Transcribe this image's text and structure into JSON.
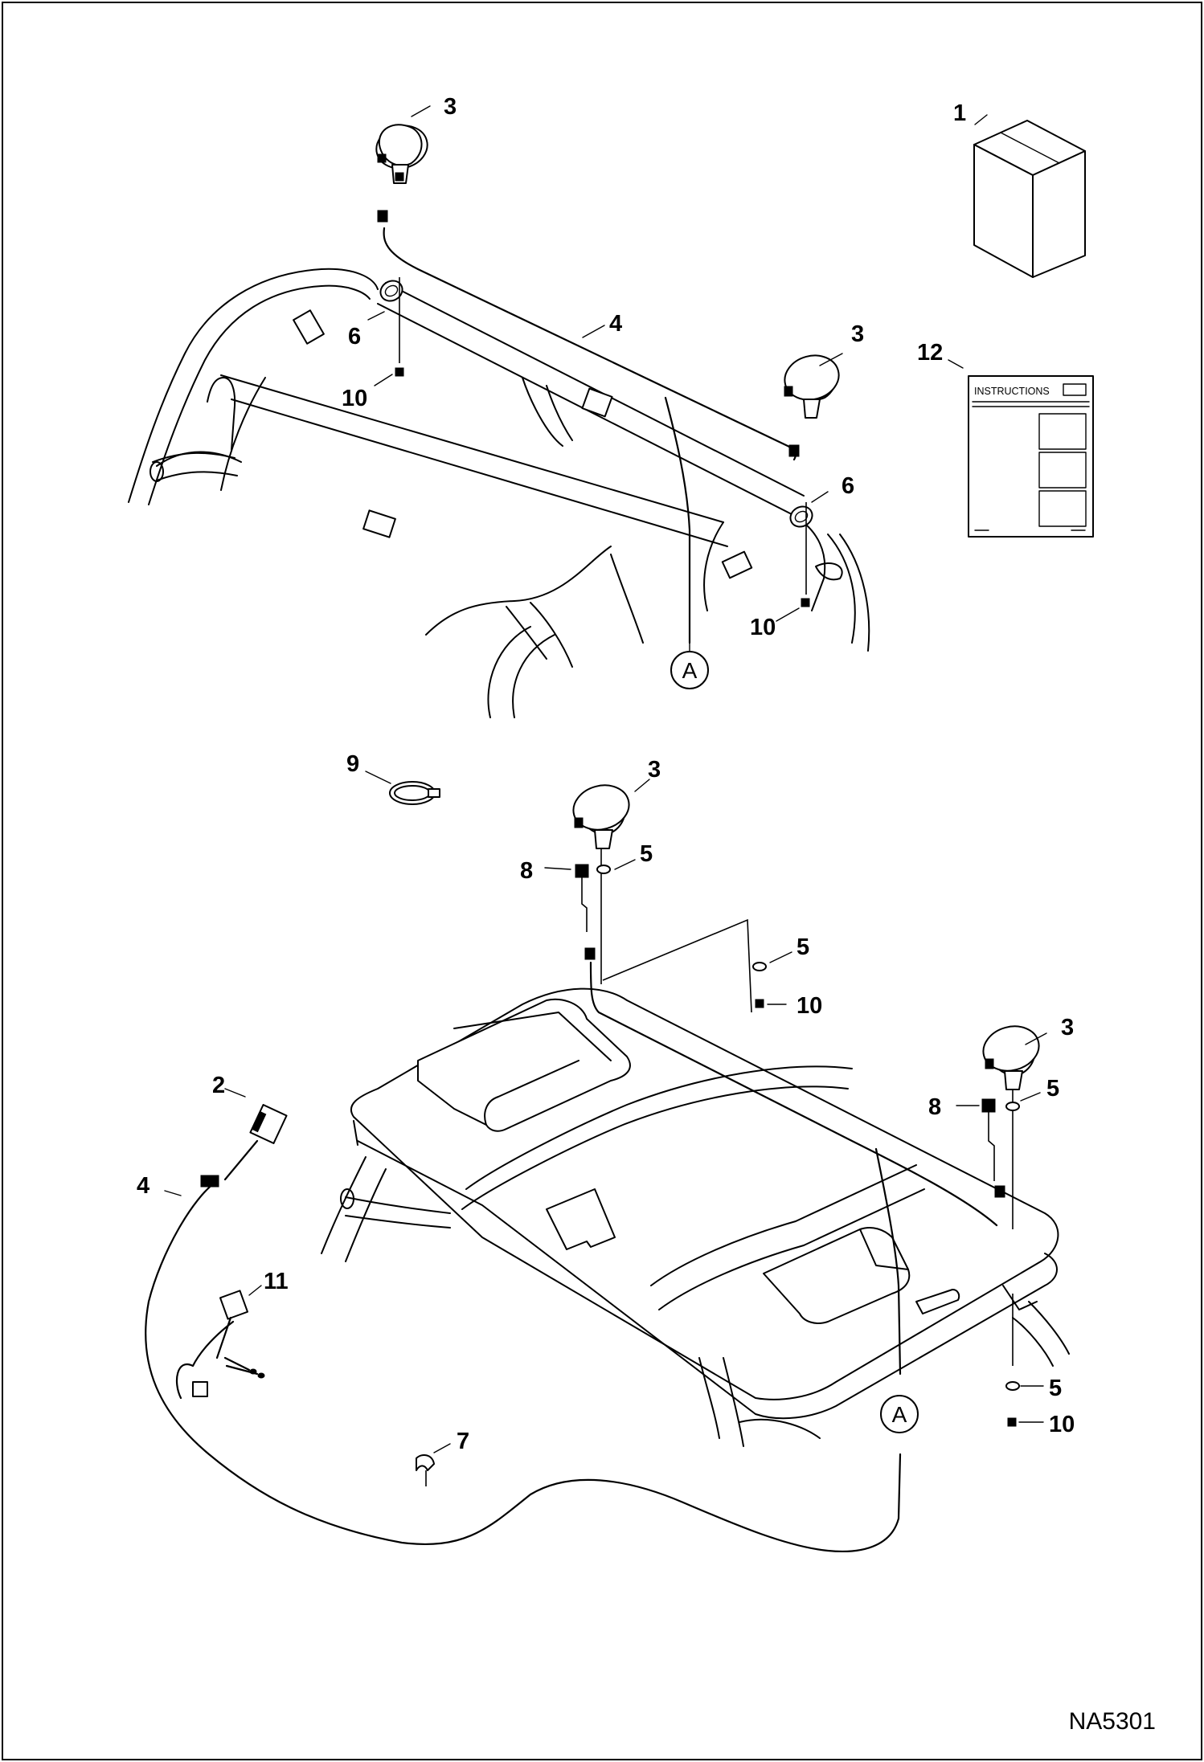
{
  "diagram": {
    "drawing_code": "NA5301",
    "instructions_title": "INSTRUCTIONS",
    "reference_letter": "A",
    "callouts": {
      "kit": "1",
      "connector": "2",
      "light": "3",
      "harness": "4",
      "washer": "5",
      "clamp": "6",
      "clip": "7",
      "nut_8": "8",
      "cable_tie": "9",
      "nut_10": "10",
      "relay": "11",
      "instructions": "12"
    }
  }
}
